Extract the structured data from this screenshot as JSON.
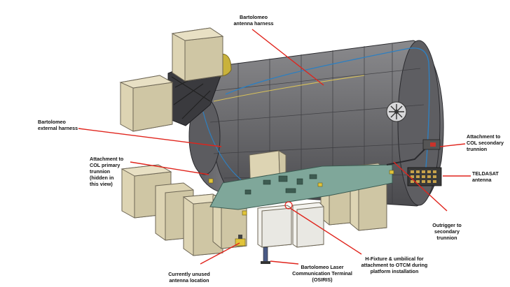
{
  "colors": {
    "leader": "#e0241c",
    "hull": "#6b6b6e",
    "hull_dark": "#404044",
    "payload_box": "#ddd4b3",
    "payload_edge": "#6d6655",
    "platform": "#7fa79a",
    "cable": "#2f7fbf",
    "antenna_plate": "#3a3a3a"
  },
  "labels": {
    "antenna_harness": "Bartolomeo\nantenna harness",
    "external_harness": "Bartolomeo\nexternal harness",
    "primary_trunnion": "Attachment to\nCOL primary\ntrunnion\n(hidden in\nthis view)",
    "secondary_trunnion": "Attachment to\nCOL secondary\ntrunnion",
    "teldasat": "TELDASAT\nantenna",
    "outrigger": "Outrigger to\nsecondary\ntrunnion",
    "hfixture": "H-Fixture & umbilical for\nattachment to OTCM during\nplatform installation",
    "laser_terminal": "Bartolomeo Laser\nCommunication Terminal\n(OSIRIS)",
    "unused_antenna": "Currently unused\nantenna location"
  }
}
